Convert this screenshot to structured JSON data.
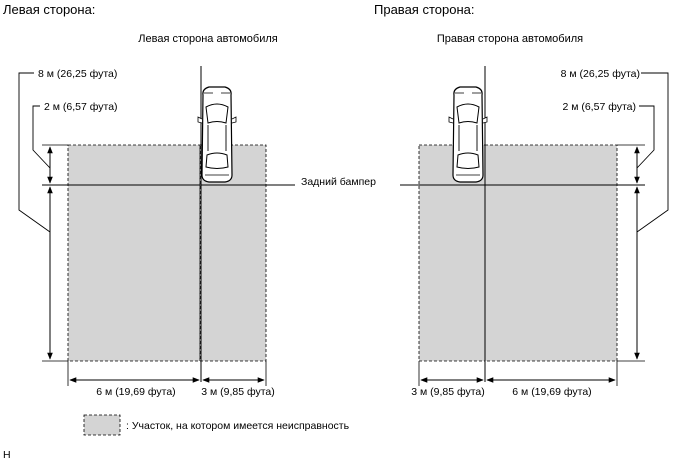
{
  "left": {
    "heading": "Левая сторона:",
    "subtitle": "Левая сторона автомобиля",
    "dim_8m": "8 м (26,25 фута)",
    "dim_2m": "2 м (6,57 фута)",
    "dim_6m": "6 м (19,69 фута)",
    "dim_3m": "3 м (9,85 фута)"
  },
  "right": {
    "heading": "Правая сторона:",
    "subtitle": "Правая сторона автомобиля",
    "dim_8m": "8 м (26,25 фута)",
    "dim_2m": "2 м (6,57 фута)",
    "dim_3m": "3 м (9,85 фута)",
    "dim_6m": "6 м (19,69 фута)"
  },
  "rear_bumper_label": "Задний бампер",
  "legend": {
    "text": ": Участок, на котором имеется неисправность",
    "swatch_color": "#d4d4d4"
  },
  "footer_code": "H",
  "colors": {
    "zone_fill": "#d4d4d4",
    "line": "#000000"
  }
}
